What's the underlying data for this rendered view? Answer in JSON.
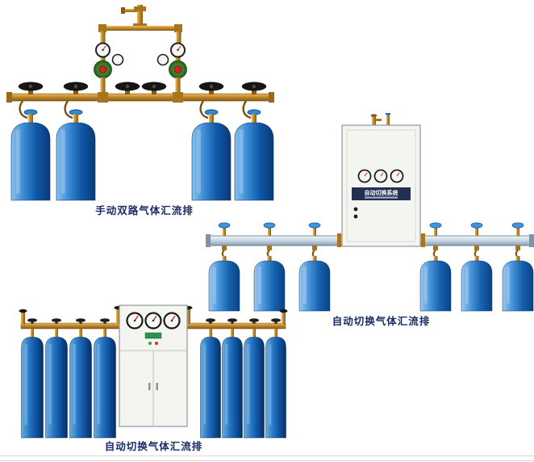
{
  "page": {
    "background": "#ffffff"
  },
  "products": [
    {
      "id": "manual-dual-manifold",
      "caption": "手动双路气体汇流排",
      "cylinder_count": 4
    },
    {
      "id": "auto-switch-manifold-a",
      "caption": "自动切换气体汇流排",
      "cylinder_count": 6,
      "cabinet": {
        "title": "自动切换系统"
      }
    },
    {
      "id": "auto-switch-manifold-b",
      "caption": "自动切换气体汇流排",
      "cylinder_count": 8
    }
  ],
  "colors": {
    "caption_text": "#1a2a66",
    "brass_pipe": "#c08a2e",
    "cylinder_blue": "#0f57a6",
    "cabinet_body": "#f4f4f0",
    "manifold_bar_silver": "#c6d5e0",
    "regulator_green": "#3a7f2e",
    "regulator_knob_red": "#c62828",
    "valve_cap_blue": "#2f85d8"
  }
}
